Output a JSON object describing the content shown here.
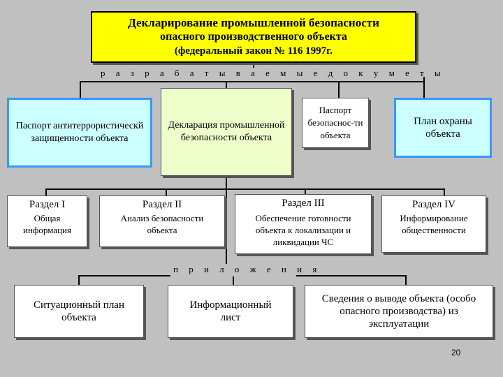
{
  "title": {
    "line1": "Декларирование промышленной безопасности",
    "line2": "опасного производственного объекта",
    "line3": "(федеральный закон № 116   1997г."
  },
  "developed_docs_label": "р а з р а б а т ы в а е м ы е   д о к у м е т ы",
  "documents": [
    "Паспорт антитеррористическй защищенности объекта",
    "Декларация промышленной безопасности объекта",
    "Паспорт безопаснос-ти объекта",
    "План охраны объекта"
  ],
  "sections": [
    {
      "title": "Раздел I",
      "subtitle": "Общая информация"
    },
    {
      "title": "Раздел II",
      "subtitle": "Анализ безопасности объекта"
    },
    {
      "title": "Раздел III",
      "subtitle": "Обеспечение готовности объекта к локализации и ликвидации ЧС"
    },
    {
      "title": "Раздел IV",
      "subtitle": "Информирование общественности"
    }
  ],
  "appendix_label": "п р и л о ж е н и я",
  "appendices": [
    "Ситуационный план объекта",
    "Информационный лист",
    "Сведения о выводе объекта (особо опасного производства) из эксплуатации"
  ],
  "page_number": "20"
}
